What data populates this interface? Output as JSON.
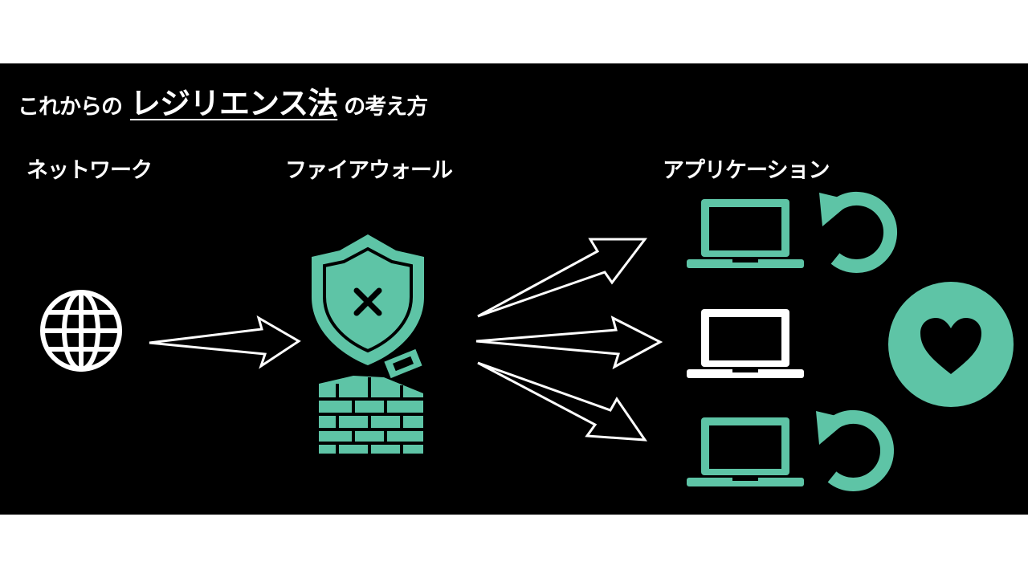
{
  "title": {
    "prefix": "これからの",
    "highlight": "レジリエンス法",
    "suffix": "の考え方"
  },
  "labels": {
    "network": "ネットワーク",
    "firewall": "ファイアウォール",
    "applications": "アプリケーション"
  },
  "icons": {
    "network": "globe-icon",
    "firewall": "shield-x-icon",
    "wall": "brick-wall-icon",
    "apps": [
      "laptop-icon",
      "laptop-icon",
      "laptop-icon"
    ],
    "restart": [
      "restart-icon",
      "restart-icon"
    ],
    "health": "heart-icon"
  },
  "colors": {
    "accent": "#5ec4a6",
    "background": "#000000",
    "text": "#ffffff"
  }
}
